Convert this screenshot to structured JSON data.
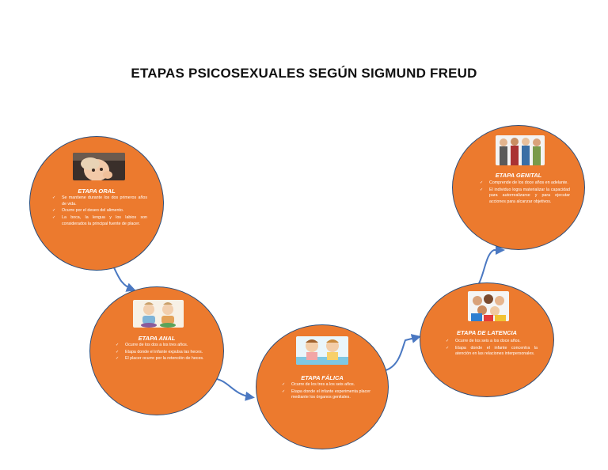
{
  "page": {
    "title": "ETAPAS PSICOSEXUALES SEGÚN SIGMUND FREUD"
  },
  "colors": {
    "circle_fill": "#ec7a2e",
    "circle_border": "#2f4f7a",
    "connector": "#4a78c2"
  },
  "bullet_icon": "checkmark-icon",
  "stages": {
    "oral": {
      "title": "ETAPA ORAL",
      "image": "baby-photo",
      "items": [
        "Se mantiene durante los dos primeros años de vida.",
        "Ocurre por el deseo del alimento.",
        "La boca, la lengua y los labios son considerados la principal fuente de placer."
      ]
    },
    "anal": {
      "title": "ETAPA ANAL",
      "image": "toddlers-potty-illustration",
      "items": [
        "Ocurre de los dos a los tres años.",
        "Etapa donde el infante expulsa las heces.",
        "El placer ocurre por la retención de heces."
      ]
    },
    "falica": {
      "title": "ETAPA FÁLICA",
      "image": "children-illustration",
      "items": [
        "Ocurre de los tres a los seis años.",
        "Etapa donde el infante experimenta placer mediante los órganos genitales."
      ]
    },
    "latencia": {
      "title": "ETAPA DE LATENCIA",
      "image": "children-group-photo",
      "items": [
        "Ocurre de los seis a los doce años.",
        "Etapa donde el infante concentra la atención en las relaciones interpersonales."
      ]
    },
    "genital": {
      "title": "ETAPA GENITAL",
      "image": "teenagers-group-photo",
      "items": [
        "Comprende de los doce años en adelante.",
        "El individuo logra materializar la capacidad para autorrealizarse y para ejecutar acciones para alcanzar objetivos."
      ]
    }
  }
}
